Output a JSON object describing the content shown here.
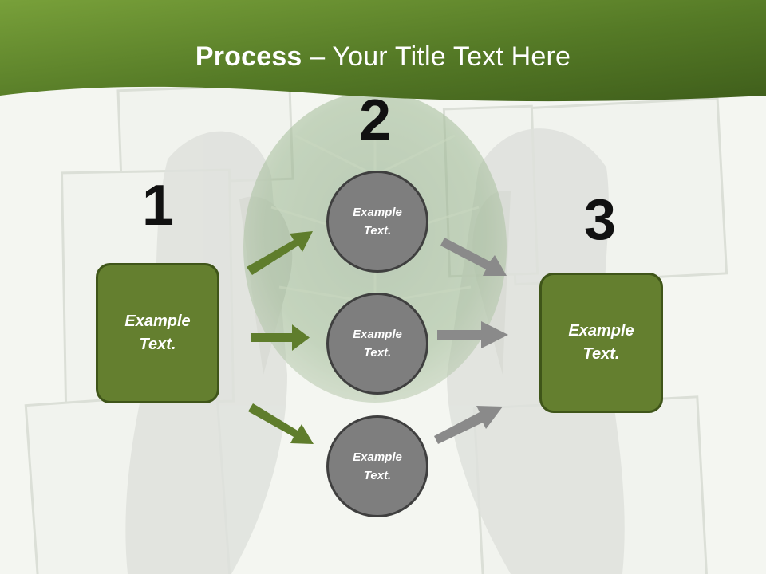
{
  "slide": {
    "title_bold": "Process",
    "title_rest": " – Your Title Text Here"
  },
  "steps": {
    "one": "1",
    "two": "2",
    "three": "3"
  },
  "left_box": {
    "text": "Example\nText."
  },
  "right_box": {
    "text": "Example\nText."
  },
  "circles": {
    "top": "Example\nText.",
    "middle": "Example\nText.",
    "bottom": "Example\nText."
  },
  "colors": {
    "header_green": "#5a7f2a",
    "box_green": "#647f2f",
    "circle_gray": "#7e7e7e",
    "arrow_green": "#5f7d2c",
    "arrow_gray": "#8a8a8a"
  }
}
